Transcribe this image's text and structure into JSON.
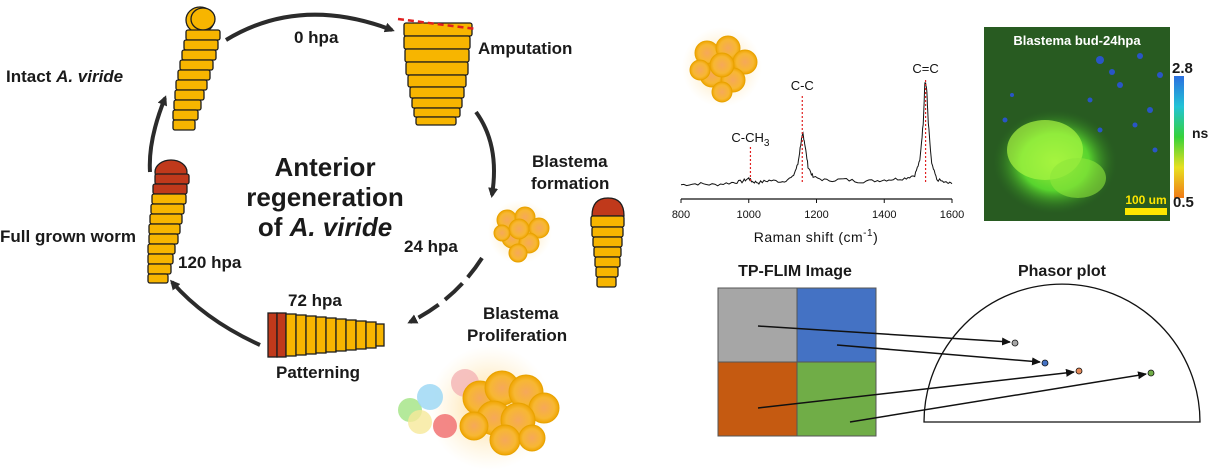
{
  "cycle": {
    "title_line1": "Anterior",
    "title_line2": "regeneration",
    "title_line3_prefix": "of ",
    "title_line3_species": "A. viride",
    "stages": {
      "intact_prefix": "Intact ",
      "intact_species": "A. viride",
      "hpa_0": "0 hpa",
      "amputation": "Amputation",
      "blastema_formation_1": "Blastema",
      "blastema_formation_2": "formation",
      "hpa_24": "24 hpa",
      "blastema_prolif_1": "Blastema",
      "blastema_prolif_2": "Proliferation",
      "hpa_72": "72 hpa",
      "patterning": "Patterning",
      "hpa_120": "120 hpa",
      "full_grown": "Full grown worm"
    }
  },
  "raman": {
    "chart_data": {
      "type": "line",
      "xlabel": "Raman shift (cm-1)",
      "xlim": [
        800,
        1600
      ],
      "x_ticks": [
        800,
        1000,
        1200,
        1400,
        1600
      ],
      "series": [
        {
          "x": [
            800,
            850,
            900,
            950,
            980,
            1000,
            1010,
            1030,
            1060,
            1100,
            1130,
            1145,
            1155,
            1160,
            1165,
            1175,
            1190,
            1230,
            1280,
            1330,
            1380,
            1420,
            1460,
            1490,
            1505,
            1515,
            1520,
            1525,
            1530,
            1540,
            1555,
            1580,
            1600
          ],
          "y": [
            0.03,
            0.04,
            0.03,
            0.05,
            0.06,
            0.09,
            0.06,
            0.05,
            0.07,
            0.06,
            0.1,
            0.22,
            0.44,
            0.5,
            0.42,
            0.2,
            0.1,
            0.07,
            0.08,
            0.06,
            0.07,
            0.08,
            0.09,
            0.12,
            0.25,
            0.6,
            0.98,
            0.93,
            0.6,
            0.22,
            0.08,
            0.05,
            0.04
          ]
        }
      ],
      "peak_labels": [
        {
          "text": "C-CH",
          "sub": "3",
          "x": 1005
        },
        {
          "text": "C-C",
          "x": 1158
        },
        {
          "text": "C=C",
          "x": 1522
        }
      ]
    },
    "xlabel_main": "Raman shift (cm",
    "xlabel_sup": "-1",
    "xlabel_close": ")"
  },
  "flim": {
    "title": "Blastema bud-24hpa",
    "scale_max": "2.8",
    "scale_min": "0.5",
    "scale_unit": "ns",
    "scalebar": "100 um"
  },
  "tpflim": {
    "image_title": "TP-FLIM Image",
    "phasor_title": "Phasor plot",
    "colors": {
      "gray": "#a6a6a6",
      "blue": "#4472c4",
      "orange": "#c55a11",
      "green": "#70ad47",
      "worm_yellow": "#f7b500",
      "worm_red": "#c0391b"
    }
  }
}
